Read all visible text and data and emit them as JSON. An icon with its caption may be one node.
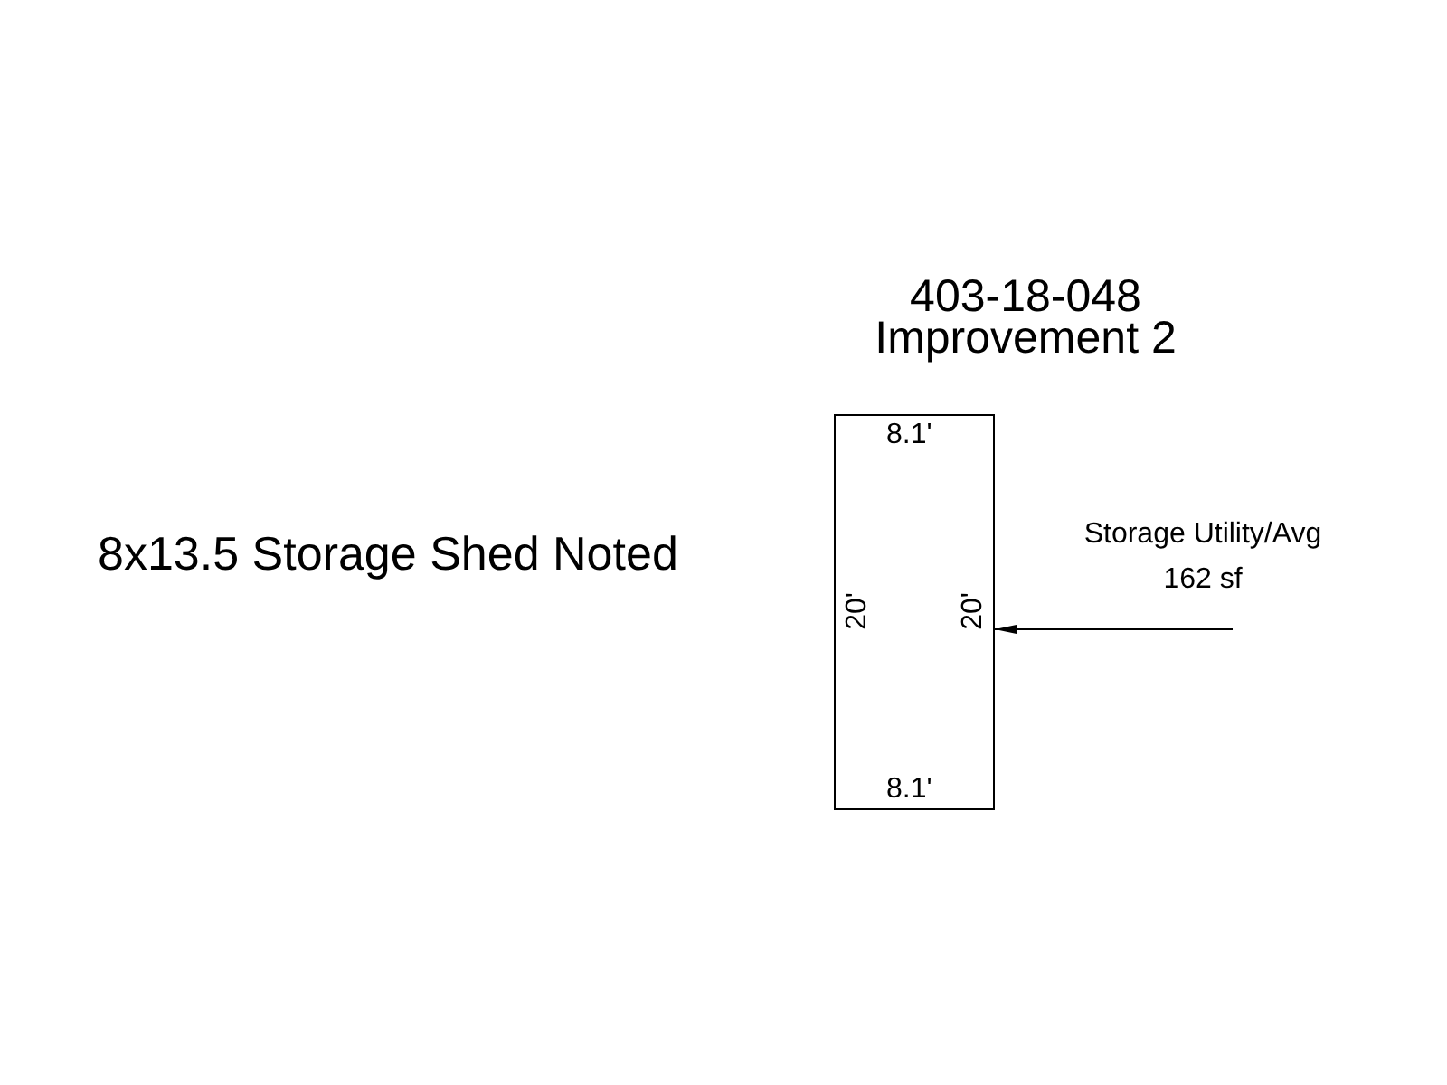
{
  "diagram": {
    "title": "403-18-048 Improvement 2",
    "nodes": [
      {
        "text": [],
        "shape": "box"
      },
      {
        "text": [
          "Storage Utility/Avg 162 sf"
        ]
      }
    ],
    "edges": [
      {
        "from": 1,
        "to": 0,
        "arrow": "to"
      }
    ],
    "labels": [
      "8.1'",
      "8x13.5 Storage Shed Noted",
      "20'",
      "20'",
      "8.1'"
    ]
  }
}
